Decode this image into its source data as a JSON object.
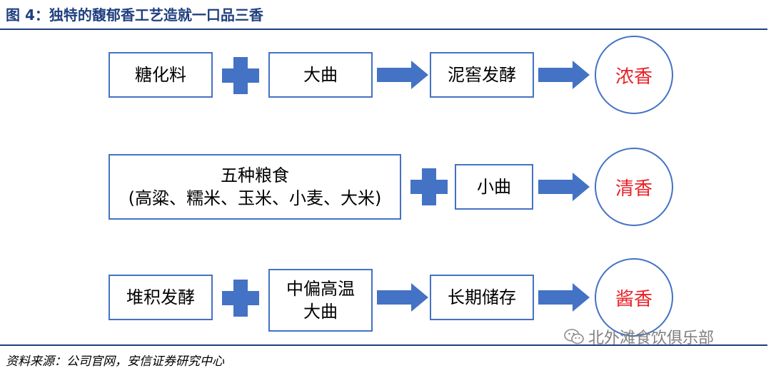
{
  "title": "图 4：独特的馥郁香工艺造就一口品三香",
  "rows": [
    {
      "inputs": [
        "糖化料",
        "大曲"
      ],
      "process": "泥窖发酵",
      "result": "浓香"
    },
    {
      "inputs": [
        "五种粮食",
        "(高粱、糯米、玉米、小麦、大米)",
        "小曲"
      ],
      "result": "清香"
    },
    {
      "inputs": [
        "堆积发酵",
        "中偏高温",
        "大曲"
      ],
      "process": "长期储存",
      "result": "酱香"
    }
  ],
  "source": "资料来源：公司官网，安信证券研究中心",
  "watermark": "北外滩食饮俱乐部",
  "colors": {
    "accent": "#4472c4",
    "result_text": "#e8232a",
    "title": "#1f3f7f"
  }
}
